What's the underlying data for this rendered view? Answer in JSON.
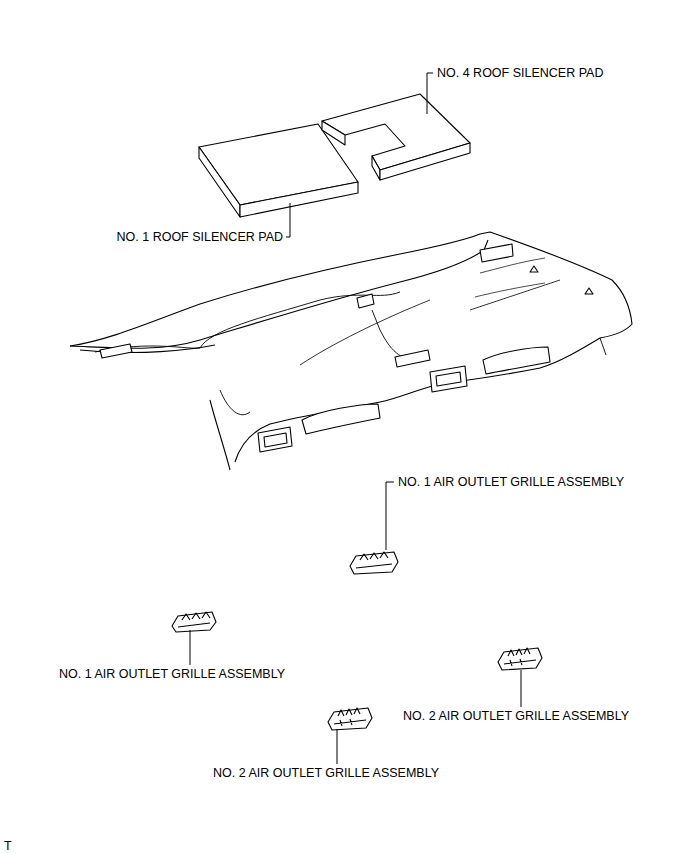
{
  "diagram": {
    "labels": [
      "NO. 4 ROOF SILENCER PAD",
      "NO. 1 ROOF SILENCER PAD",
      "NO. 1 AIR OUTLET GRILLE ASSEMBLY",
      "NO. 1 AIR OUTLET GRILLE ASSEMBLY",
      "NO. 2 AIR OUTLET GRILLE ASSEMBLY",
      "NO. 2 AIR OUTLET GRILLE ASSEMBLY",
      "T"
    ]
  }
}
